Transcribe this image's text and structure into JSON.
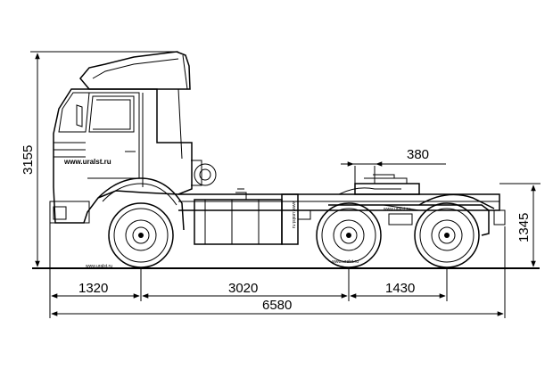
{
  "dimensions": {
    "front_overhang": "1320",
    "wheelbase_front": "3020",
    "rear_axle_spacing": "1430",
    "overall_length": "6580",
    "overall_height": "3155",
    "fifth_wheel_height": "1345",
    "fifth_wheel_offset": "380"
  },
  "watermarks": {
    "cab": "www.uralst.ru",
    "ground": "www.uralst.ru",
    "tank": "www.uralst.ru",
    "rear_frame": "www.uralst.ru",
    "rear_tire": "www.uralst.ru"
  }
}
